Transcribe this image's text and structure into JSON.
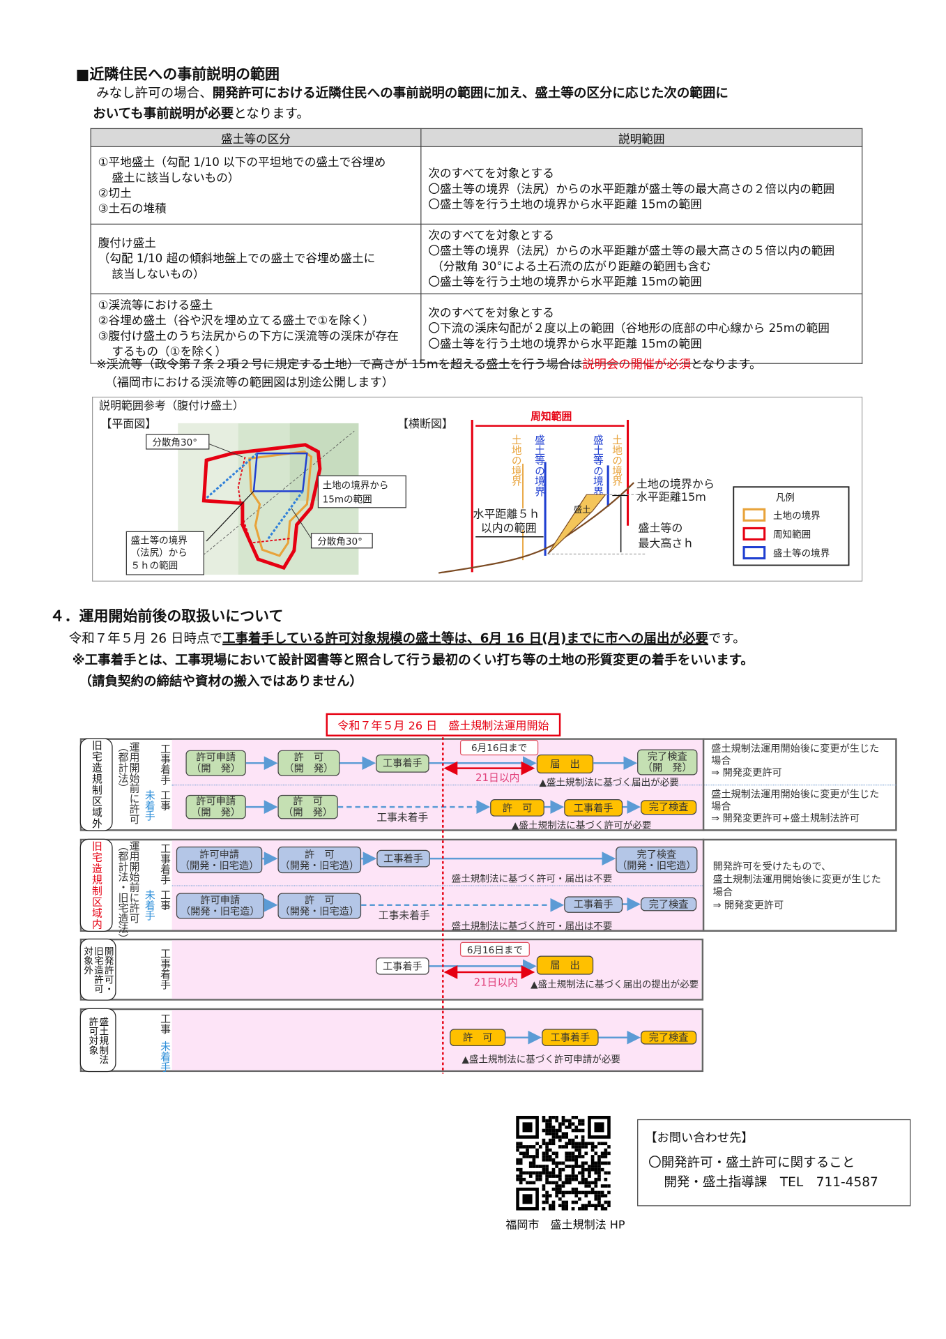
{
  "section3": {
    "heading": "■近隣住民への事前説明の範囲",
    "intro_plain_1": "みなし許可の場合、",
    "intro_bold_1": "開発許可における近隣住民への事前説明の範囲に加え、盛土等の区分に応じた次の範囲に",
    "intro_bold_2": "おいても事前説明が必要",
    "intro_plain_2": "となります。",
    "table": {
      "headers": [
        "盛土等の区分",
        "説明範囲"
      ],
      "rows": [
        {
          "category": [
            "①平地盛土（勾配 1/10 以下の平坦地での盛土で谷埋め",
            "盛土に該当しないもの）",
            "②切土",
            "③土石の堆積"
          ],
          "scope": [
            "次のすべてを対象とする",
            "〇盛土等の境界（法尻）からの水平距離が盛土等の最大高さの２倍以内の範囲",
            "〇盛土等を行う土地の境界から水平距離 15mの範囲"
          ]
        },
        {
          "category": [
            "腹付け盛土",
            "（勾配 1/10 超の傾斜地盤上での盛土で谷埋め盛土に",
            "該当しないもの）"
          ],
          "scope": [
            "次のすべてを対象とする",
            "〇盛土等の境界（法尻）からの水平距離が盛土等の最大高さの５倍以内の範囲",
            "（分散角 30°による土石流の広がり距離の範囲も含む",
            "〇盛土等を行う土地の境界から水平距離 15mの範囲"
          ]
        },
        {
          "category": [
            "①渓流等における盛土",
            "②谷埋め盛土（谷や沢を埋め立てる盛土で①を除く）",
            "③腹付け盛土のうち法尻からの下方に渓流等の渓床が存在",
            "するもの（①を除く）"
          ],
          "scope": [
            "次のすべてを対象とする",
            "〇下流の渓床勾配が２度以上の範囲（谷地形の底部の中心線から 25mの範囲",
            "〇盛土等を行う土地の境界から水平距離 15mの範囲"
          ]
        }
      ]
    },
    "note_1a": "※渓流等（政令第７条２項２号に規定する土地）で高さが 15mを超える盛土を行う場合は",
    "note_1_red": "説明会の開催が必須",
    "note_1b": "となります。",
    "note_2": "（福岡市における渓流等の範囲図は別途公開します）"
  },
  "diagram": {
    "title": "説明範囲参考（腹付け盛土）",
    "plan_label": "【平面図】",
    "section_label": "【横断図】",
    "plan_callouts": {
      "angle_top": "分散角30°",
      "boundary_15m_1": "土地の境界から",
      "boundary_15m_2": "15mの範囲",
      "toe_5h_1": "盛土等の境界",
      "toe_5h_2": "（法尻）から",
      "toe_5h_3": "５ｈの範囲",
      "angle_bottom": "分散角30°"
    },
    "cross": {
      "notice_range": "周知範囲",
      "land_boundary": "土地の境界",
      "fill_boundary": "盛土等の境界",
      "horiz_15m_1": "土地の境界から",
      "horiz_15m_2": "水平距離15m",
      "horiz_5h_1": "水平距離５ｈ",
      "horiz_5h_2": "以内の範囲",
      "fill": "盛土",
      "max_height_1": "盛土等の",
      "max_height_2": "最大高さｈ"
    },
    "legend": {
      "title": "凡例",
      "items": [
        {
          "label": "土地の境界",
          "color": "#e8a33a"
        },
        {
          "label": "周知範囲",
          "color": "#e60012"
        },
        {
          "label": "盛土等の境界",
          "color": "#1f3fd1"
        }
      ]
    }
  },
  "section4": {
    "heading": "４．運用開始前後の取扱いについて",
    "line1_plain": "令和７年５月 26 日時点で",
    "line1_bold": "工事着手している許可対象規模の盛土等は、6月 16 日(月)までに市への届出が必要",
    "line1_end": "です。",
    "line2": "※工事着手とは、工事現場において設計図書等と照合して行う最初のくい打ち等の土地の形質変更の着手をいいます。",
    "line3": "（請負契約の締結や資材の搬入ではありません）"
  },
  "flow": {
    "title": "令和７年５月 26 日　盛土規制法運用開始",
    "groups": [
      {
        "label": "旧宅造規制区域外",
        "sublabel": "運用開始前に許可\n（都計法）",
        "row_started": "工事着手",
        "row_not_started_1": "工事",
        "row_not_started_2": "未着手",
        "r1": [
          "許可申請\n（開　発）",
          "許　可\n（開　発）",
          "工事着手",
          "届　出",
          "完了検査\n（開　発）"
        ],
        "deadline": "6月16日まで",
        "within": "21日以内",
        "r1_note": "▲盛土規制法に基づく届出が必要",
        "r2": [
          "許可申請\n（開　発）",
          "許　可\n（開　発）",
          "許　可",
          "工事着手",
          "完了検査"
        ],
        "r2_unstarted": "工事未着手",
        "r2_note": "▲盛土規制法に基づく許可が必要",
        "side_1": "盛土規制法運用開始後に変更が生じた\n場合\n⇒ 開発変更許可",
        "side_2": "盛土規制法運用開始後に変更が生じた\n場合\n⇒ 開発変更許可+盛土規制法許可"
      },
      {
        "label": "旧宅造規制区域内",
        "sublabel": "運用開始前に許可\n（都計法・旧宅造法）",
        "row_started": "工事着手",
        "row_not_started_1": "工事",
        "row_not_started_2": "未着手",
        "r1": [
          "許可申請\n（開発・旧宅造）",
          "許　可\n（開発・旧宅造）",
          "工事着手",
          "完了検査\n（開発・旧宅造）"
        ],
        "r1_note": "盛土規制法に基づく許可・届出は不要",
        "r2": [
          "許可申請\n（開発・旧宅造）",
          "許　可\n（開発・旧宅造）",
          "工事着手",
          "完了検査"
        ],
        "r2_unstarted": "工事未着手",
        "r2_note": "盛土規制法に基づく許可・届出は不要",
        "side": "開発許可を受けたもので、\n盛土規制法運用開始後に変更が生じた\n場合\n⇒ 開発変更許可"
      },
      {
        "label": "開発許可・\n旧宅造許可\n対象外",
        "row": "工事着手",
        "boxes": [
          "工事着手",
          "届　出"
        ],
        "deadline": "6月16日まで",
        "within": "21日以内",
        "note": "▲盛土規制法に基づく届出の提出が必要"
      },
      {
        "label": "盛土規制法\n許可対象",
        "row_1": "工事",
        "row_2": "未着手",
        "boxes": [
          "許　可",
          "工事着手",
          "完了検査"
        ],
        "note": "▲盛土規制法に基づく許可申請が必要"
      }
    ]
  },
  "footer": {
    "qr_caption": "福岡市　盛土規制法 HP",
    "contact_title": "【お問い合わせ先】",
    "contact_line1": "〇開発許可・盛土許可に関すること",
    "contact_line2": "開発・盛土指導課　TEL　711-4587"
  },
  "colors": {
    "red": "#e60012",
    "green_box": "#c5e0b3",
    "blue_box": "#b4c6e7",
    "orange_box": "#ffc000",
    "pink_bg": "#fde4f7",
    "arrow": "#5b9bd5"
  }
}
